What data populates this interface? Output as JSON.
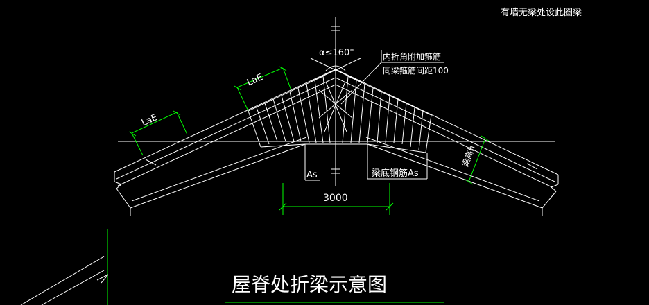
{
  "labels": {
    "top_note": "有墙无梁处设此圈梁",
    "angle": "α≤160°",
    "callout_line1": "内折角附加箍筋",
    "callout_line2": "同梁箍筋间距100",
    "lae_left": "LaE",
    "lae_mid": "LaE",
    "beam_height": "梁高h",
    "as_left": "As",
    "as_right": "梁底钢筋As",
    "dim": "3000",
    "title": "屋脊处折梁示意图"
  },
  "colors": {
    "background": "#000000",
    "line": "#ffffff",
    "dimension": "#00ff00"
  }
}
